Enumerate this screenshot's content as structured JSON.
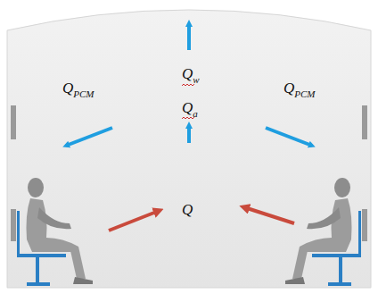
{
  "diagram": {
    "labels": [
      "Qw",
      "QPCM",
      "QPCM",
      "Qa",
      "Q"
    ]
  }
}
